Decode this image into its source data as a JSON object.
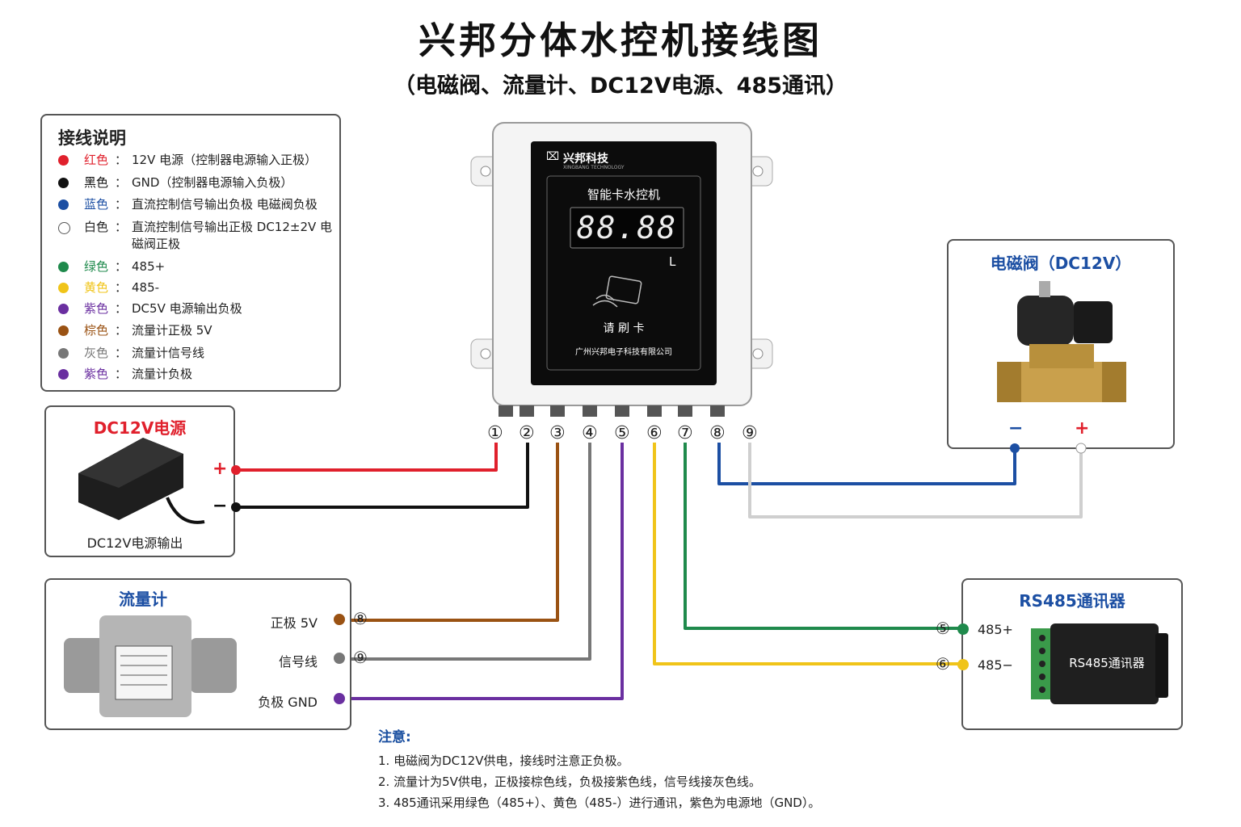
{
  "title": "兴邦分体水控机接线图",
  "subtitle": "（电磁阀、流量计、DC12V电源、485通讯）",
  "legend": {
    "title": "接线说明",
    "items": [
      {
        "color_name": "红色",
        "color": "#e0202c",
        "desc": "12V 电源（控制器电源输入正极）"
      },
      {
        "color_name": "黑色",
        "color": "#111111",
        "desc": "GND（控制器电源输入负极）"
      },
      {
        "color_name": "蓝色",
        "color": "#1c4fa3",
        "desc": "直流控制信号输出负极  电磁阀负极"
      },
      {
        "color_name": "白色",
        "color": "#ffffff",
        "desc": "直流控制信号输出正极 DC12±2V 电磁阀正极"
      },
      {
        "color_name": "绿色",
        "color": "#1f8a4c",
        "desc": "485+"
      },
      {
        "color_name": "黄色",
        "color": "#f0c419",
        "desc": "485-"
      },
      {
        "color_name": "紫色",
        "color": "#6a2fa0",
        "desc": "DC5V 电源输出负极"
      },
      {
        "color_name": "棕色",
        "color": "#9a5213",
        "desc": "流量计正极 5V"
      },
      {
        "color_name": "灰色",
        "color": "#777777",
        "desc": "流量计信号线"
      },
      {
        "color_name": "紫色",
        "color": "#6a2fa0",
        "desc": "流量计负极"
      }
    ]
  },
  "controller": {
    "brand": "兴邦科技",
    "brand_en": "XINGBANG TECHNOLOGY",
    "screen_title": "智能卡水控机",
    "display": "88.88",
    "unit": "L",
    "card_prompt": "请 刷 卡",
    "company": "广州兴邦电子科技有限公司",
    "terminals": [
      "①",
      "②",
      "③",
      "④",
      "⑤",
      "⑥",
      "⑦",
      "⑧",
      "⑨"
    ]
  },
  "power": {
    "title": "DC12V电源",
    "plus": "+",
    "minus": "−",
    "caption": "DC12V电源输出"
  },
  "valve": {
    "title": "电磁阀（DC12V）",
    "minus": "−",
    "plus": "+"
  },
  "flowmeter": {
    "title": "流量计",
    "rows": [
      {
        "label": "正极 5V",
        "terminal": "⑧"
      },
      {
        "label": "信号线",
        "terminal": "⑨"
      },
      {
        "label": "负极 GND",
        "terminal": ""
      }
    ]
  },
  "rs485": {
    "title": "RS485通讯器",
    "device_label": "RS485通讯器",
    "rows": [
      {
        "label": "485+",
        "terminal": "⑤"
      },
      {
        "label": "485−",
        "terminal": "⑥"
      }
    ]
  },
  "notes": {
    "title": "注意:",
    "lines": [
      "1. 电磁阀为DC12V供电，接线时注意正负极。",
      "2. 流量计为5V供电，正极接棕色线，负极接紫色线，信号线接灰色线。",
      "3. 485通讯采用绿色（485+）、黄色（485-）进行通讯，紫色为电源地（GND）。"
    ]
  },
  "wire_colors": {
    "red": "#e0202c",
    "black": "#111111",
    "brown": "#9a5213",
    "gray": "#777777",
    "purple": "#6a2fa0",
    "green": "#1f8a4c",
    "yellow": "#f0c419",
    "blue": "#1c4fa3",
    "white": "#dddddd"
  }
}
